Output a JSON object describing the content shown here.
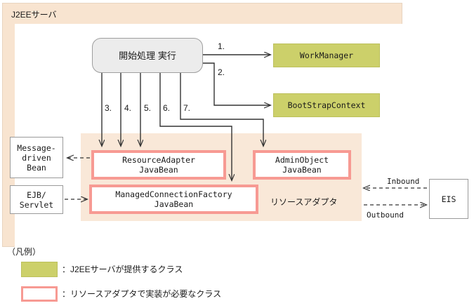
{
  "diagram": {
    "container": {
      "title": "J2EEサーバ",
      "resource_adapter_label": "リソースアダプタ"
    },
    "start_node": {
      "line1": "開始処理",
      "line2": "実行"
    },
    "server_classes": [
      {
        "name": "work-manager",
        "label": "WorkManager"
      },
      {
        "name": "bootstrap-context",
        "label": "BootStrapContext"
      }
    ],
    "adapter_classes": [
      {
        "name": "resource-adapter-javabean",
        "line1": "ResourceAdapter",
        "line2": "JavaBean"
      },
      {
        "name": "admin-object-javabean",
        "line1": "AdminObject",
        "line2": "JavaBean"
      },
      {
        "name": "managed-connection-factory-javabean",
        "line1": "ManagedConnectionFactory",
        "line2": "JavaBean"
      }
    ],
    "client_boxes": [
      {
        "name": "message-driven-bean",
        "line1": "Message-",
        "line2": "driven",
        "line3": "Bean"
      },
      {
        "name": "ejb-servlet",
        "line1": "EJB/",
        "line2": "Servlet",
        "line3": ""
      }
    ],
    "external": {
      "name": "eis",
      "label": "EIS"
    },
    "step_numbers": [
      "1.",
      "2.",
      "3.",
      "4.",
      "5.",
      "6.",
      "7."
    ],
    "flow_labels": {
      "inbound": "Inbound",
      "outbound": "Outbound"
    }
  },
  "legend": {
    "title": "（凡例）",
    "items": [
      {
        "swatch": "olive",
        "text": "：J2EEサーバが提供するクラス"
      },
      {
        "swatch": "pink",
        "text": "：リソースアダプタで実装が必要なクラス"
      }
    ]
  },
  "colors": {
    "j2ee_background": "#f8e4d0",
    "inner_background": "#ffffff",
    "resource_adapter_background": "#f9e8d8",
    "server_class_fill": "#ccd06a",
    "adapter_class_border": "#f79a93",
    "start_node_fill": "#ececec",
    "line": "#333333"
  }
}
